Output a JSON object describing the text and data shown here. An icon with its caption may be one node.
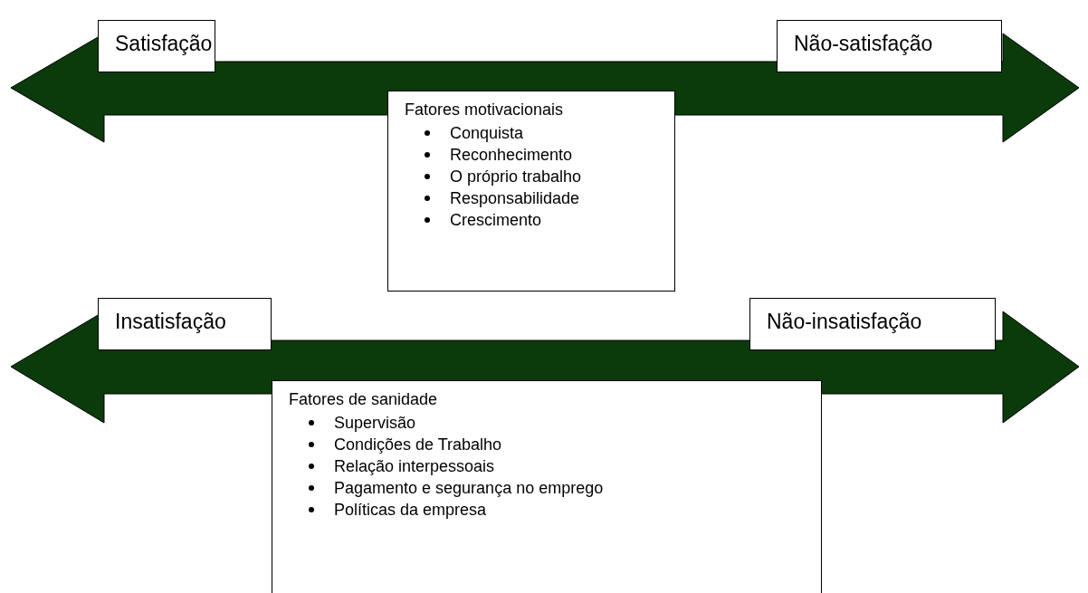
{
  "diagram": {
    "nodes": [
      {
        "text": [
          "Satisfação"
        ]
      },
      {
        "text": [
          "Não-satisfação"
        ]
      },
      {
        "text": [
          "Fatores motivacionais",
          "Conquista",
          "Reconhecimento",
          "O próprio trabalho",
          "Responsabilidade",
          "Crescimento"
        ]
      },
      {
        "text": [
          "Insatisfação"
        ]
      },
      {
        "text": [
          "Não-insatisfação"
        ]
      },
      {
        "text": [
          "Fatores de sanidade",
          "Supervisão",
          "Condições de Trabalho",
          "Relação interpessoais",
          "Pagamento e segurança no emprego",
          "Políticas da empresa"
        ]
      }
    ]
  }
}
